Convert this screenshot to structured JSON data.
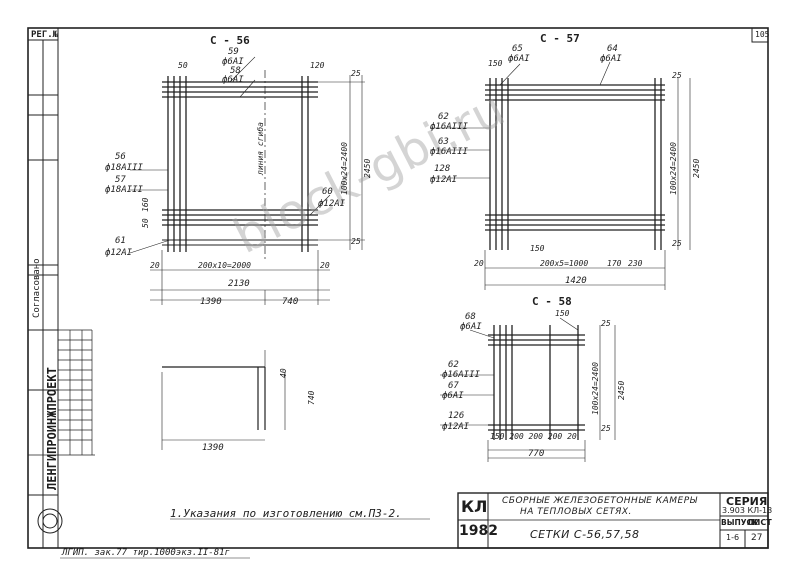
{
  "page_number": "105",
  "watermark": "block-gbi.ru",
  "left_strip": {
    "reg_no": "РЕГ.№",
    "approved": "Согласовано",
    "org": "ЛЕНГИПРОИНЖПРОЕКТ"
  },
  "mesh_c56": {
    "title": "С - 56",
    "labels": {
      "p59": "59",
      "p59_rebar": "ф6АI",
      "p58": "58",
      "p58_rebar": "ф6АI",
      "d50": "50",
      "d120": "120",
      "p56": "56",
      "p56_rebar": "ф18АIII",
      "p57": "57",
      "p57_rebar": "ф18АIII",
      "d160": "160",
      "d50b": "50",
      "p60": "60",
      "p60_rebar": "ф12АI",
      "p61": "61",
      "p61_rebar": "ф12АI",
      "axis": "линия сгиба",
      "span_v": "100х24=2400",
      "total_v": "2450",
      "d25a": "25",
      "d25b": "25",
      "d20a": "20",
      "span_h": "200х10=2000",
      "d20b": "20",
      "total_h": "2130",
      "part_a": "1390",
      "part_b": "740"
    }
  },
  "bent_view": {
    "d40": "40",
    "d740": "740",
    "d1390": "1390"
  },
  "mesh_c57": {
    "title": "С - 57",
    "labels": {
      "p65": "65",
      "p65_rebar": "ф6АI",
      "p64": "64",
      "p64_rebar": "ф6АI",
      "d150": "150",
      "p62": "62",
      "p62_rebar": "ф16АIII",
      "p63": "63",
      "p63_rebar": "ф16АIII",
      "p128": "128",
      "p128_rebar": "ф12АI",
      "span_v": "100х24=2400",
      "total_v": "2450",
      "d25a": "25",
      "d25b": "25",
      "d20": "20",
      "span_h": "200х5=1000",
      "d170": "170",
      "d230": "230",
      "total_h": "1420",
      "d150b": "150"
    }
  },
  "mesh_c58": {
    "title": "С - 58",
    "labels": {
      "p68": "68",
      "p68_rebar": "ф6АI",
      "d150": "150",
      "p62": "62",
      "p62_rebar": "ф16АIII",
      "p67": "67",
      "p67_rebar": "ф6АI",
      "p126": "126",
      "p126_rebar": "ф12АI",
      "span_v": "100х24=2400",
      "total_v": "2450",
      "d25a": "25",
      "d25b": "25",
      "dims_h": "150 200 200 200 20",
      "total_h": "770"
    }
  },
  "note": "1.Указания по изготовлению см.ПЗ-2.",
  "title_block": {
    "code": "КЛ",
    "year": "1982",
    "line1": "СБОРНЫЕ ЖЕЛЕЗОБЕТОННЫЕ КАМЕРЫ",
    "line2": "НА ТЕПЛОВЫХ СЕТЯХ.",
    "sheet_name": "СЕТКИ С-56,57,58",
    "series_label": "СЕРИЯ",
    "series_value": "3.903 КЛ-13",
    "issue_label": "ВЫПУСК",
    "issue_value": "1-6",
    "sheet_label": "ЛИСТ",
    "sheet_value": "27"
  },
  "footer_note": "ЛГИП. зак.77 тир.1000экз.II-81г"
}
